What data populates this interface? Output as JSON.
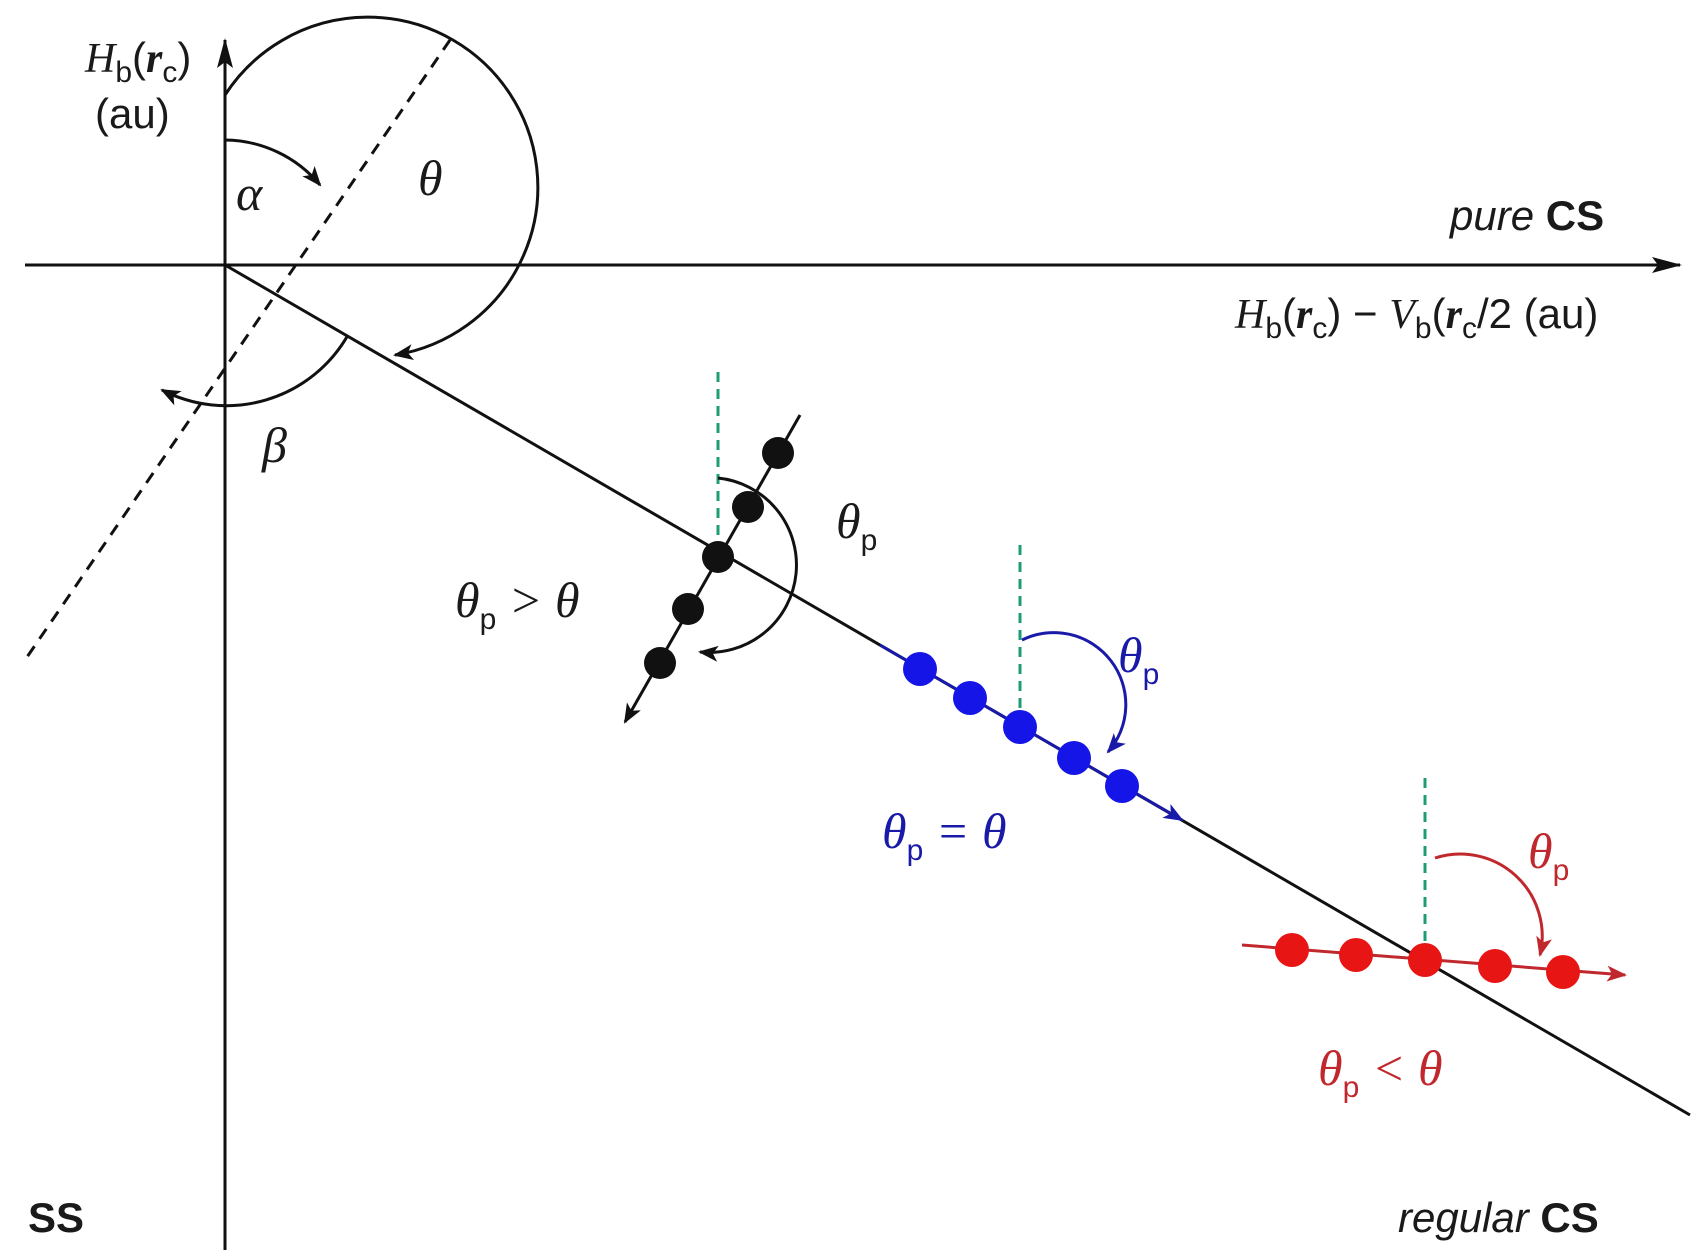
{
  "y_axis": {
    "label_H": "H",
    "label_b": "b",
    "label_r": "r",
    "label_c": "c",
    "label_units": "(au)"
  },
  "x_axis": {
    "label_H": "H",
    "label_b1": "b",
    "label_r1": "r",
    "label_c1": "c",
    "label_minus": " − ",
    "label_V": "V",
    "label_b2": "b",
    "label_r2": "r",
    "label_c2": "c",
    "label_tail": "/2 (au)"
  },
  "regions": {
    "pure_italic": "pure",
    "pure_bold": "CS",
    "regular_italic": "regular",
    "regular_bold": "CS",
    "ss": "SS"
  },
  "angles": {
    "alpha": "α",
    "beta": "β",
    "theta": "θ"
  },
  "cases": [
    {
      "id": "greater",
      "theta_p": "θ",
      "sub": "p",
      "relation": " > θ",
      "color": "#111111"
    },
    {
      "id": "equal",
      "theta_p": "θ",
      "sub": "p",
      "relation": " = θ",
      "color": "#1a1aa8"
    },
    {
      "id": "less",
      "theta_p": "θ",
      "sub": "p",
      "relation": " < θ",
      "color": "#c0282e"
    }
  ],
  "colors": {
    "black_dots": "#111111",
    "blue_dots": "#1515e8",
    "red_dots": "#e81515",
    "guide": "#1f9c72"
  }
}
